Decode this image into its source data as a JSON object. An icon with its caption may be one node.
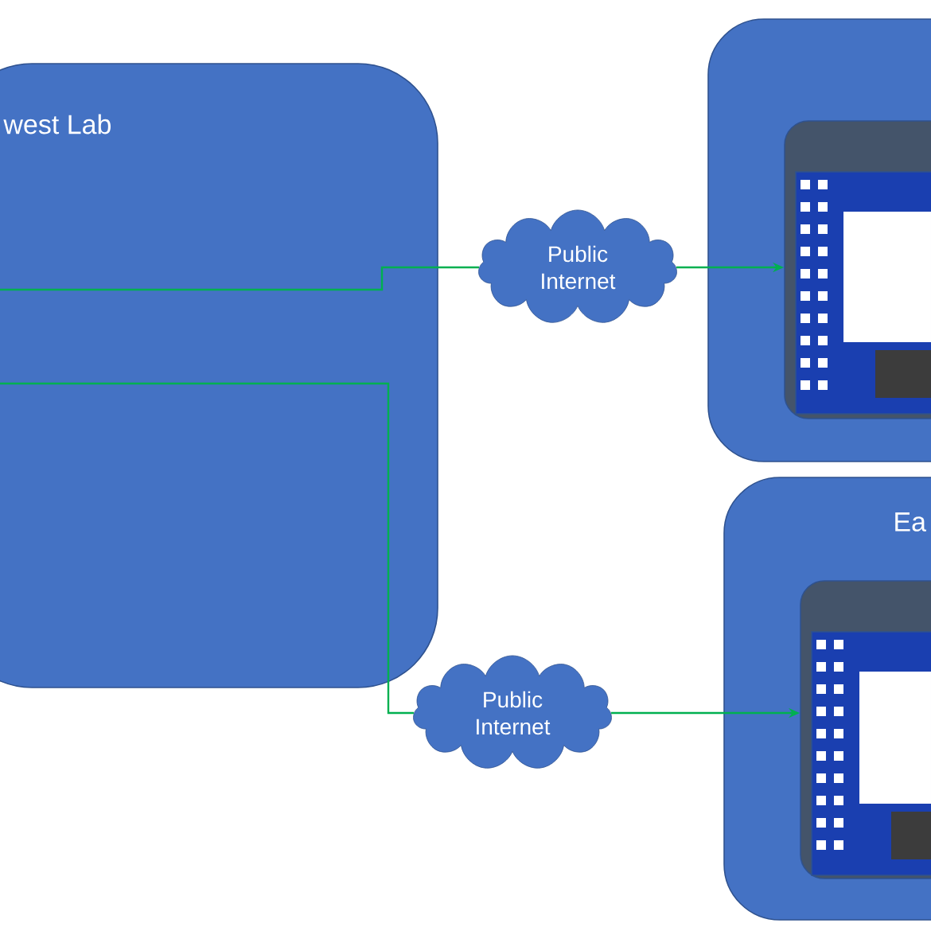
{
  "diagram": {
    "nodes": [
      {
        "text": [
          "west Lab"
        ]
      },
      {
        "text": [],
        "shape": "box"
      },
      {
        "text": [],
        "shape": "box",
        "in": 1
      },
      {
        "text": [],
        "shape": "picture",
        "in": 2
      },
      {
        "text": [
          "Ea"
        ]
      },
      {
        "text": [],
        "shape": "box",
        "in": 4
      },
      {
        "text": [],
        "shape": "picture",
        "in": 5
      },
      {
        "text": [
          "Public Internet"
        ]
      },
      {
        "text": [
          "Public Internet"
        ]
      }
    ],
    "edges": [
      {
        "from": 0,
        "to": 7,
        "arrow": "none",
        "color": "#00b050"
      },
      {
        "from": 7,
        "to": 2,
        "arrow": "to",
        "color": "#00b050"
      },
      {
        "from": 0,
        "to": 8,
        "arrow": "none",
        "color": "#00b050"
      },
      {
        "from": 8,
        "to": 5,
        "arrow": "to",
        "color": "#00b050"
      }
    ]
  }
}
